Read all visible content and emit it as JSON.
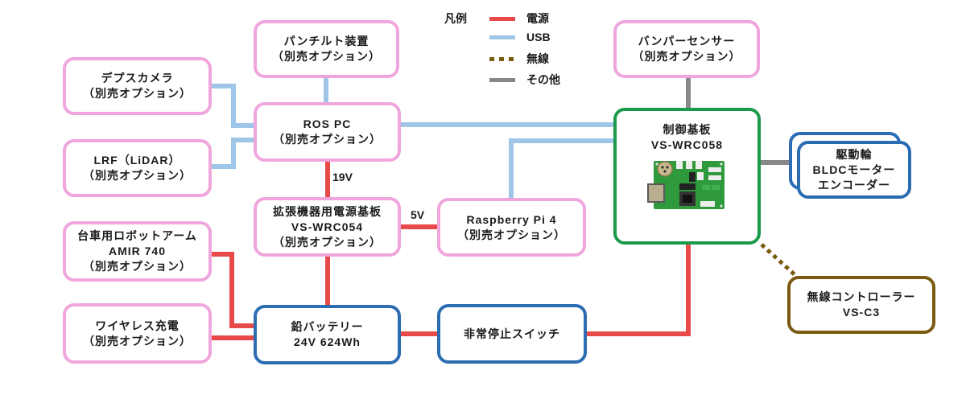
{
  "legend": {
    "title": "凡例",
    "items": [
      {
        "key": "power",
        "label": "電源",
        "color": "#e84a4a",
        "style": "solid"
      },
      {
        "key": "usb",
        "label": "USB",
        "color": "#9fc5e8",
        "style": "solid"
      },
      {
        "key": "wireless",
        "label": "無線",
        "color": "#7a5a10",
        "style": "dotted"
      },
      {
        "key": "other",
        "label": "その他",
        "color": "#888888",
        "style": "solid"
      }
    ]
  },
  "colors": {
    "option_border": "#f0a6dc",
    "core_border": "#2b6cb3",
    "controller_border": "#1a9a4a",
    "wireless_border": "#7a5a10"
  },
  "nodes": {
    "pantilt": {
      "line1": "パンチルト装置",
      "line2": "（別売オプション）"
    },
    "depth_camera": {
      "line1": "デプスカメラ",
      "line2": "（別売オプション）"
    },
    "ros_pc": {
      "line1": "ROS PC",
      "line2": "（別売オプション）"
    },
    "lrf": {
      "line1": "LRF（LiDAR）",
      "line2": "（別売オプション）"
    },
    "power_board": {
      "line1": "拡張機器用電源基板",
      "line2": "VS-WRC054",
      "line3": "（別売オプション）"
    },
    "raspberry_pi": {
      "line1": "Raspberry Pi 4",
      "line2": "（別売オプション）"
    },
    "robot_arm": {
      "line1": "台車用ロボットアーム",
      "line2": "AMIR 740",
      "line3": "（別売オプション）"
    },
    "wireless_charge": {
      "line1": "ワイヤレス充電",
      "line2": "（別売オプション）"
    },
    "battery": {
      "line1": "鉛バッテリー",
      "line2": "24V 624Wh"
    },
    "estop": {
      "line1": "非常停止スイッチ"
    },
    "bumper": {
      "line1": "バンパーセンサー",
      "line2": "（別売オプション）"
    },
    "control_board": {
      "line1": "制御基板",
      "line2": "VS-WRC058",
      "image": "pcb-board-photo"
    },
    "drive_wheel": {
      "line1": "駆動輪",
      "line2": "BLDCモーター",
      "line3": "エンコーダー"
    },
    "wireless_controller": {
      "line1": "無線コントローラー",
      "line2": "VS-C3"
    }
  },
  "edge_labels": {
    "ros_to_power_board": "19V",
    "power_board_to_pi": "5V"
  }
}
